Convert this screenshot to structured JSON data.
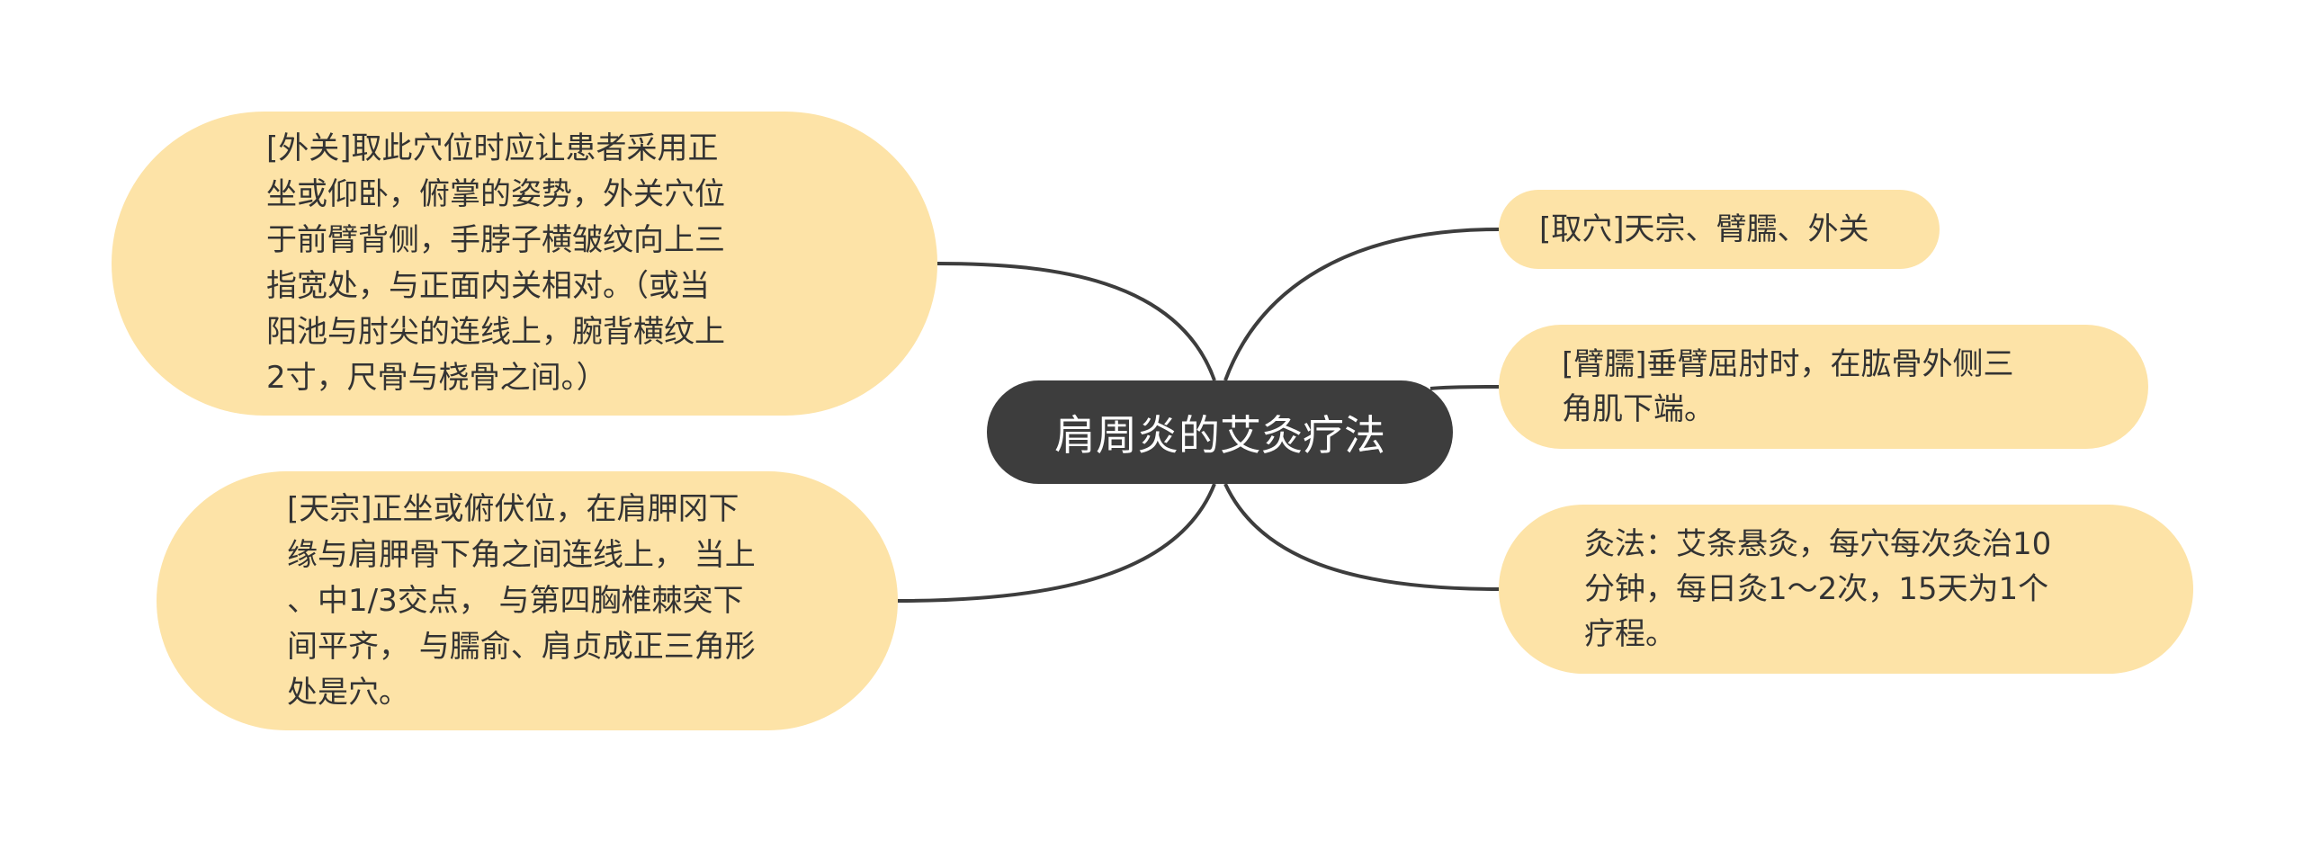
{
  "center": {
    "title": "肩周炎的艾灸疗法"
  },
  "branches": {
    "waiguan": {
      "text": "[外关]取此穴位时应让患者采用正\n坐或仰卧，俯掌的姿势，外关穴位\n于前臂背侧，手脖子横皱纹向上三\n指宽处，与正面内关相对。（或当\n阳池与肘尖的连线上，腕背横纹上\n2寸，尺骨与桡骨之间。）"
    },
    "tianzong": {
      "text": "[天宗]正坐或俯伏位，在肩胛冈下\n缘与肩胛骨下角之间连线上， 当上\n、中1/3交点， 与第四胸椎棘突下\n间平齐， 与臑俞、肩贞成正三角形\n处是穴。"
    },
    "quxue": {
      "text": "[取穴]天宗、臂臑、外关"
    },
    "binao": {
      "text": "[臂臑]垂臂屈肘时，在肱骨外侧三\n角肌下端。"
    },
    "jiufa": {
      "text": "灸法：艾条悬灸，每穴每次灸治10\n分钟，每日灸1～2次，15天为1个\n疗程。"
    }
  },
  "colors": {
    "center_fill": "#3d3d3d",
    "center_text": "#ffffff",
    "node_fill": "#fde3a7",
    "node_text": "#333333",
    "connector": "#3d3d3d"
  }
}
